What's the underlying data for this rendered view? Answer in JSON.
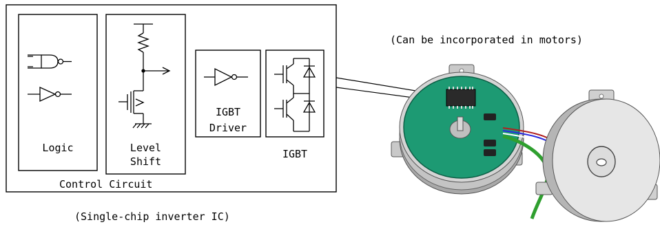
{
  "diagram": {
    "caption_top_right": "(Can be incorporated in motors)",
    "caption_bottom": "(Single-chip inverter IC)",
    "control_circuit_label": "Control Circuit",
    "blocks": {
      "logic": "Logic",
      "level_shift_line1": "Level",
      "level_shift_line2": "Shift",
      "igbt_driver_line1": "IGBT",
      "igbt_driver_line2": "Driver",
      "igbt": "IGBT"
    }
  }
}
